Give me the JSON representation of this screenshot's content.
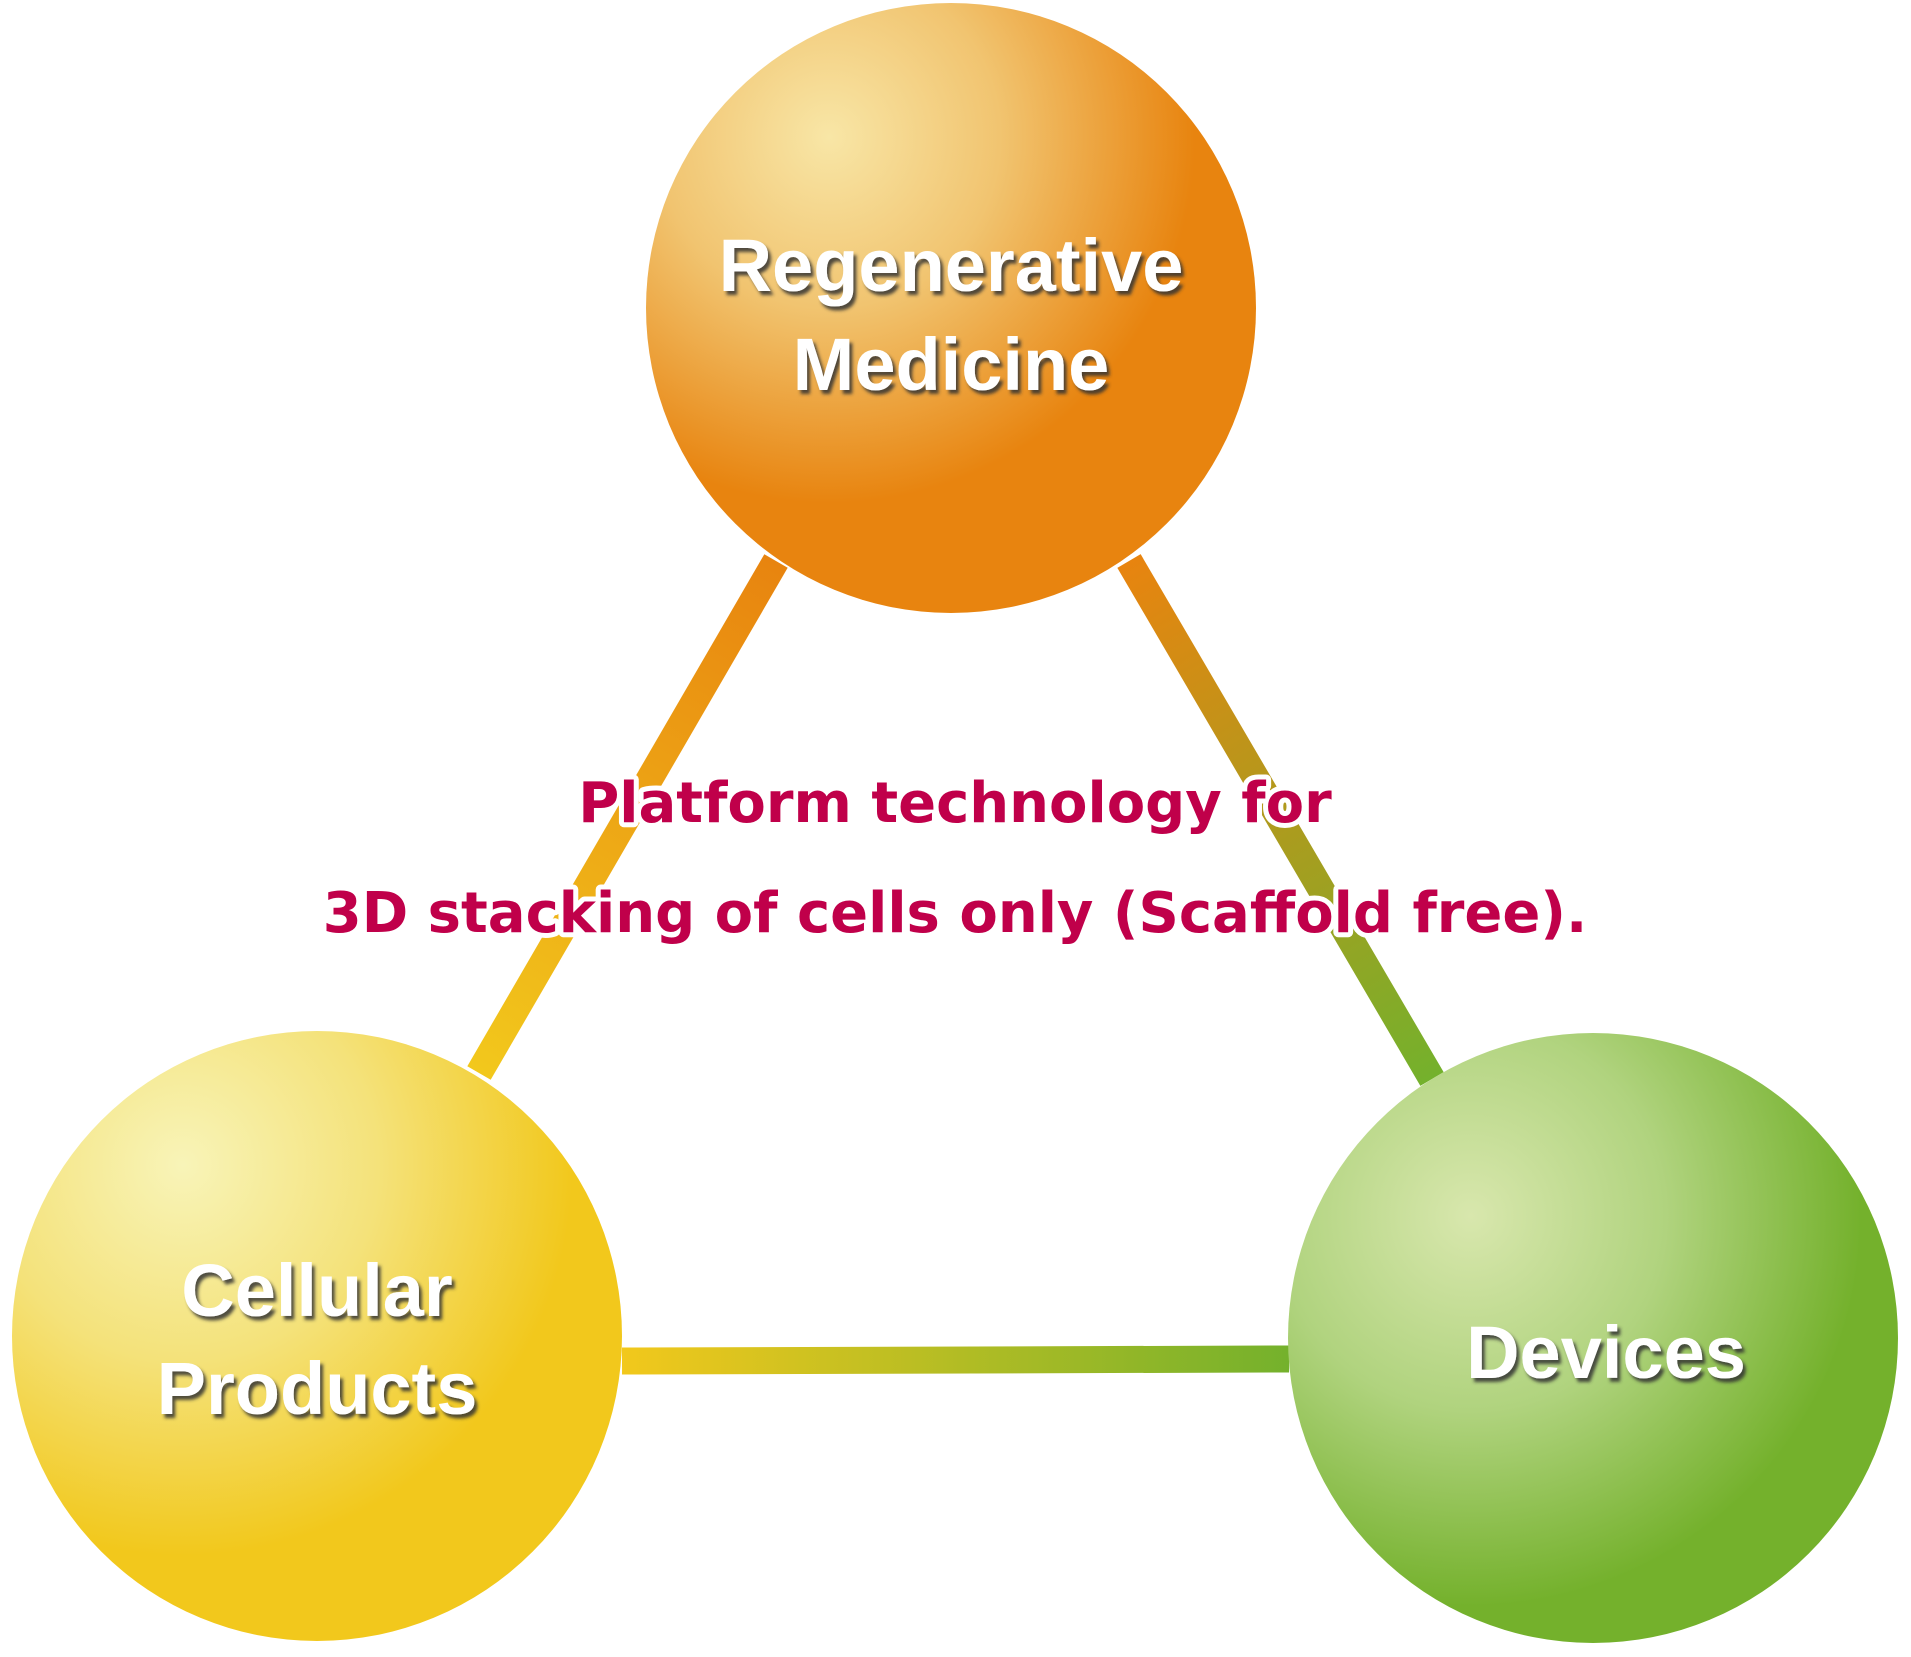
{
  "nodes": [
    {
      "id": "regenerative-medicine",
      "lines": [
        "Regenerative",
        "Medicine"
      ]
    },
    {
      "id": "cellular-products",
      "lines": [
        "Cellular",
        "Products"
      ]
    },
    {
      "id": "devices",
      "lines": [
        "Devices"
      ]
    }
  ],
  "center_text": {
    "line1": "Platform technology for",
    "line2": "3D stacking of cells only (Scaffold free)."
  },
  "colors": {
    "orange": "#e8840f",
    "yellow": "#f2c81c",
    "green": "#74b12c",
    "center_text": "#c0004a"
  }
}
